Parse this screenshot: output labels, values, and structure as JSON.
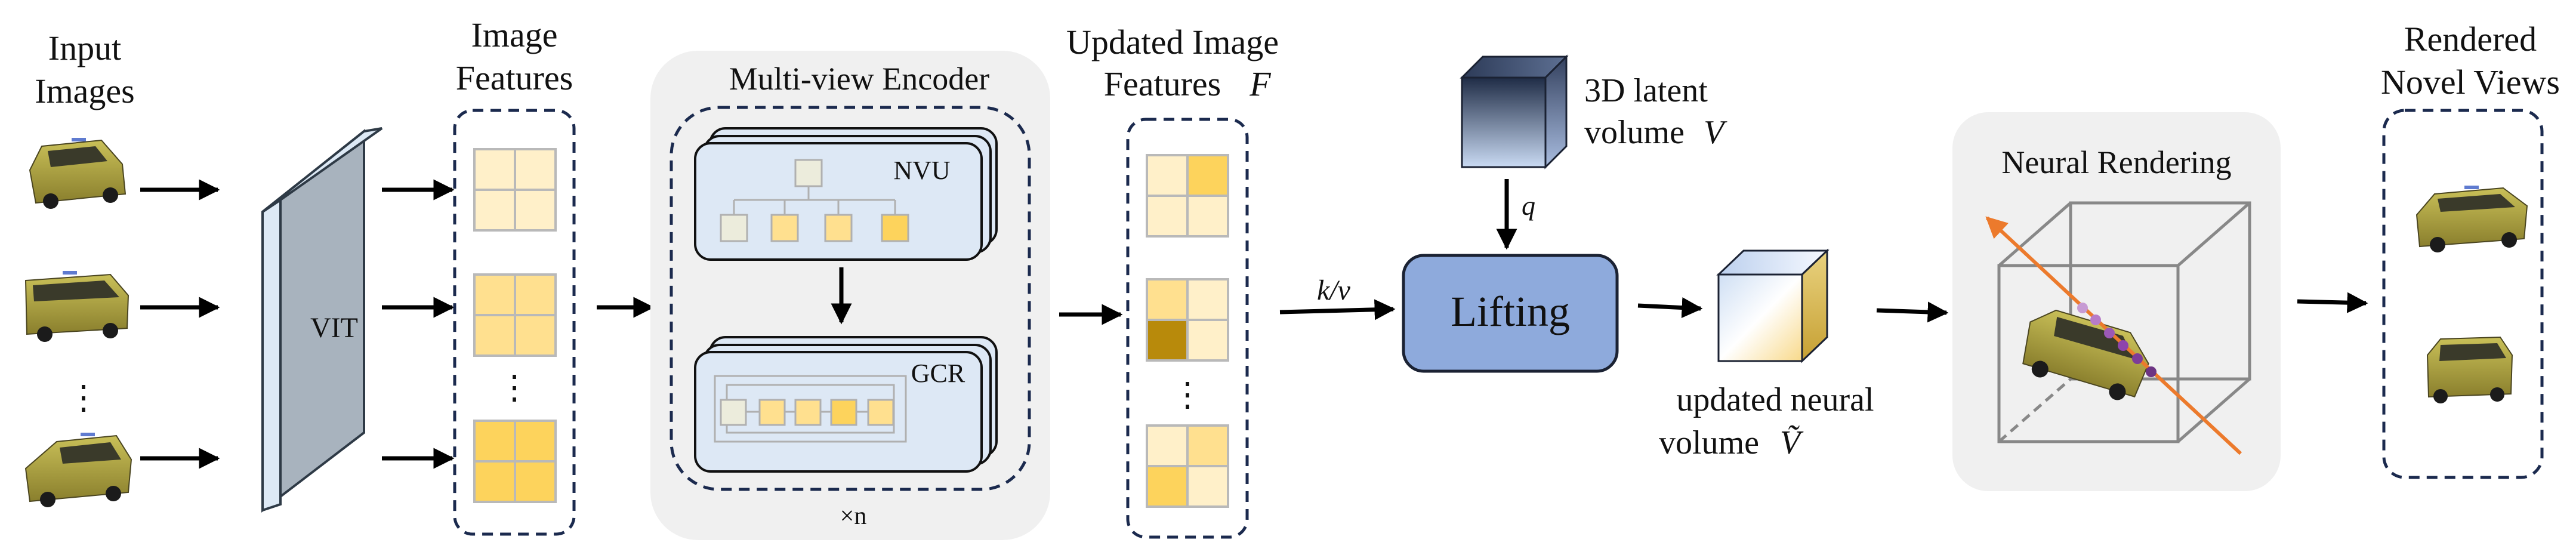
{
  "input": {
    "title_line1": "Input",
    "title_line2": "Images",
    "ellipsis": "⋮"
  },
  "vit": {
    "label": "VIT"
  },
  "features": {
    "title_line1": "Image",
    "title_line2": "Features",
    "ellipsis": "⋮"
  },
  "encoder": {
    "title": "Multi-view Encoder",
    "nvu_label": "NVU",
    "gcr_label": "GCR",
    "repeat_label": "×n"
  },
  "updated_features": {
    "title_line1": "Updated Image",
    "title_line2": "Features",
    "symbol": "F",
    "ellipsis": "⋮"
  },
  "kv_label": "k/v",
  "latent": {
    "line1": "3D latent",
    "line2": "volume",
    "symbol": "V",
    "q_label": "q"
  },
  "lifting": {
    "label": "Lifting"
  },
  "updated_volume": {
    "line1": "updated neural",
    "line2": "volume",
    "symbol": "Ṽ"
  },
  "neural_rendering": {
    "title": "Neural Rendering"
  },
  "output": {
    "title_line1": "Rendered",
    "title_line2": "Novel Views"
  },
  "colors": {
    "panel_bg": "#f0f0f0",
    "dashed_border": "#1b2a4e",
    "cell_light": "#fff0c9",
    "cell_mid": "#ffe08f",
    "cell_strong": "#fdd35c",
    "cell_dark": "#b88a0b",
    "lifting_fill": "#8eaadc",
    "ray": "#ec7a2c",
    "vit_side": "#a8b3be",
    "vit_front": "#dde9f5"
  }
}
